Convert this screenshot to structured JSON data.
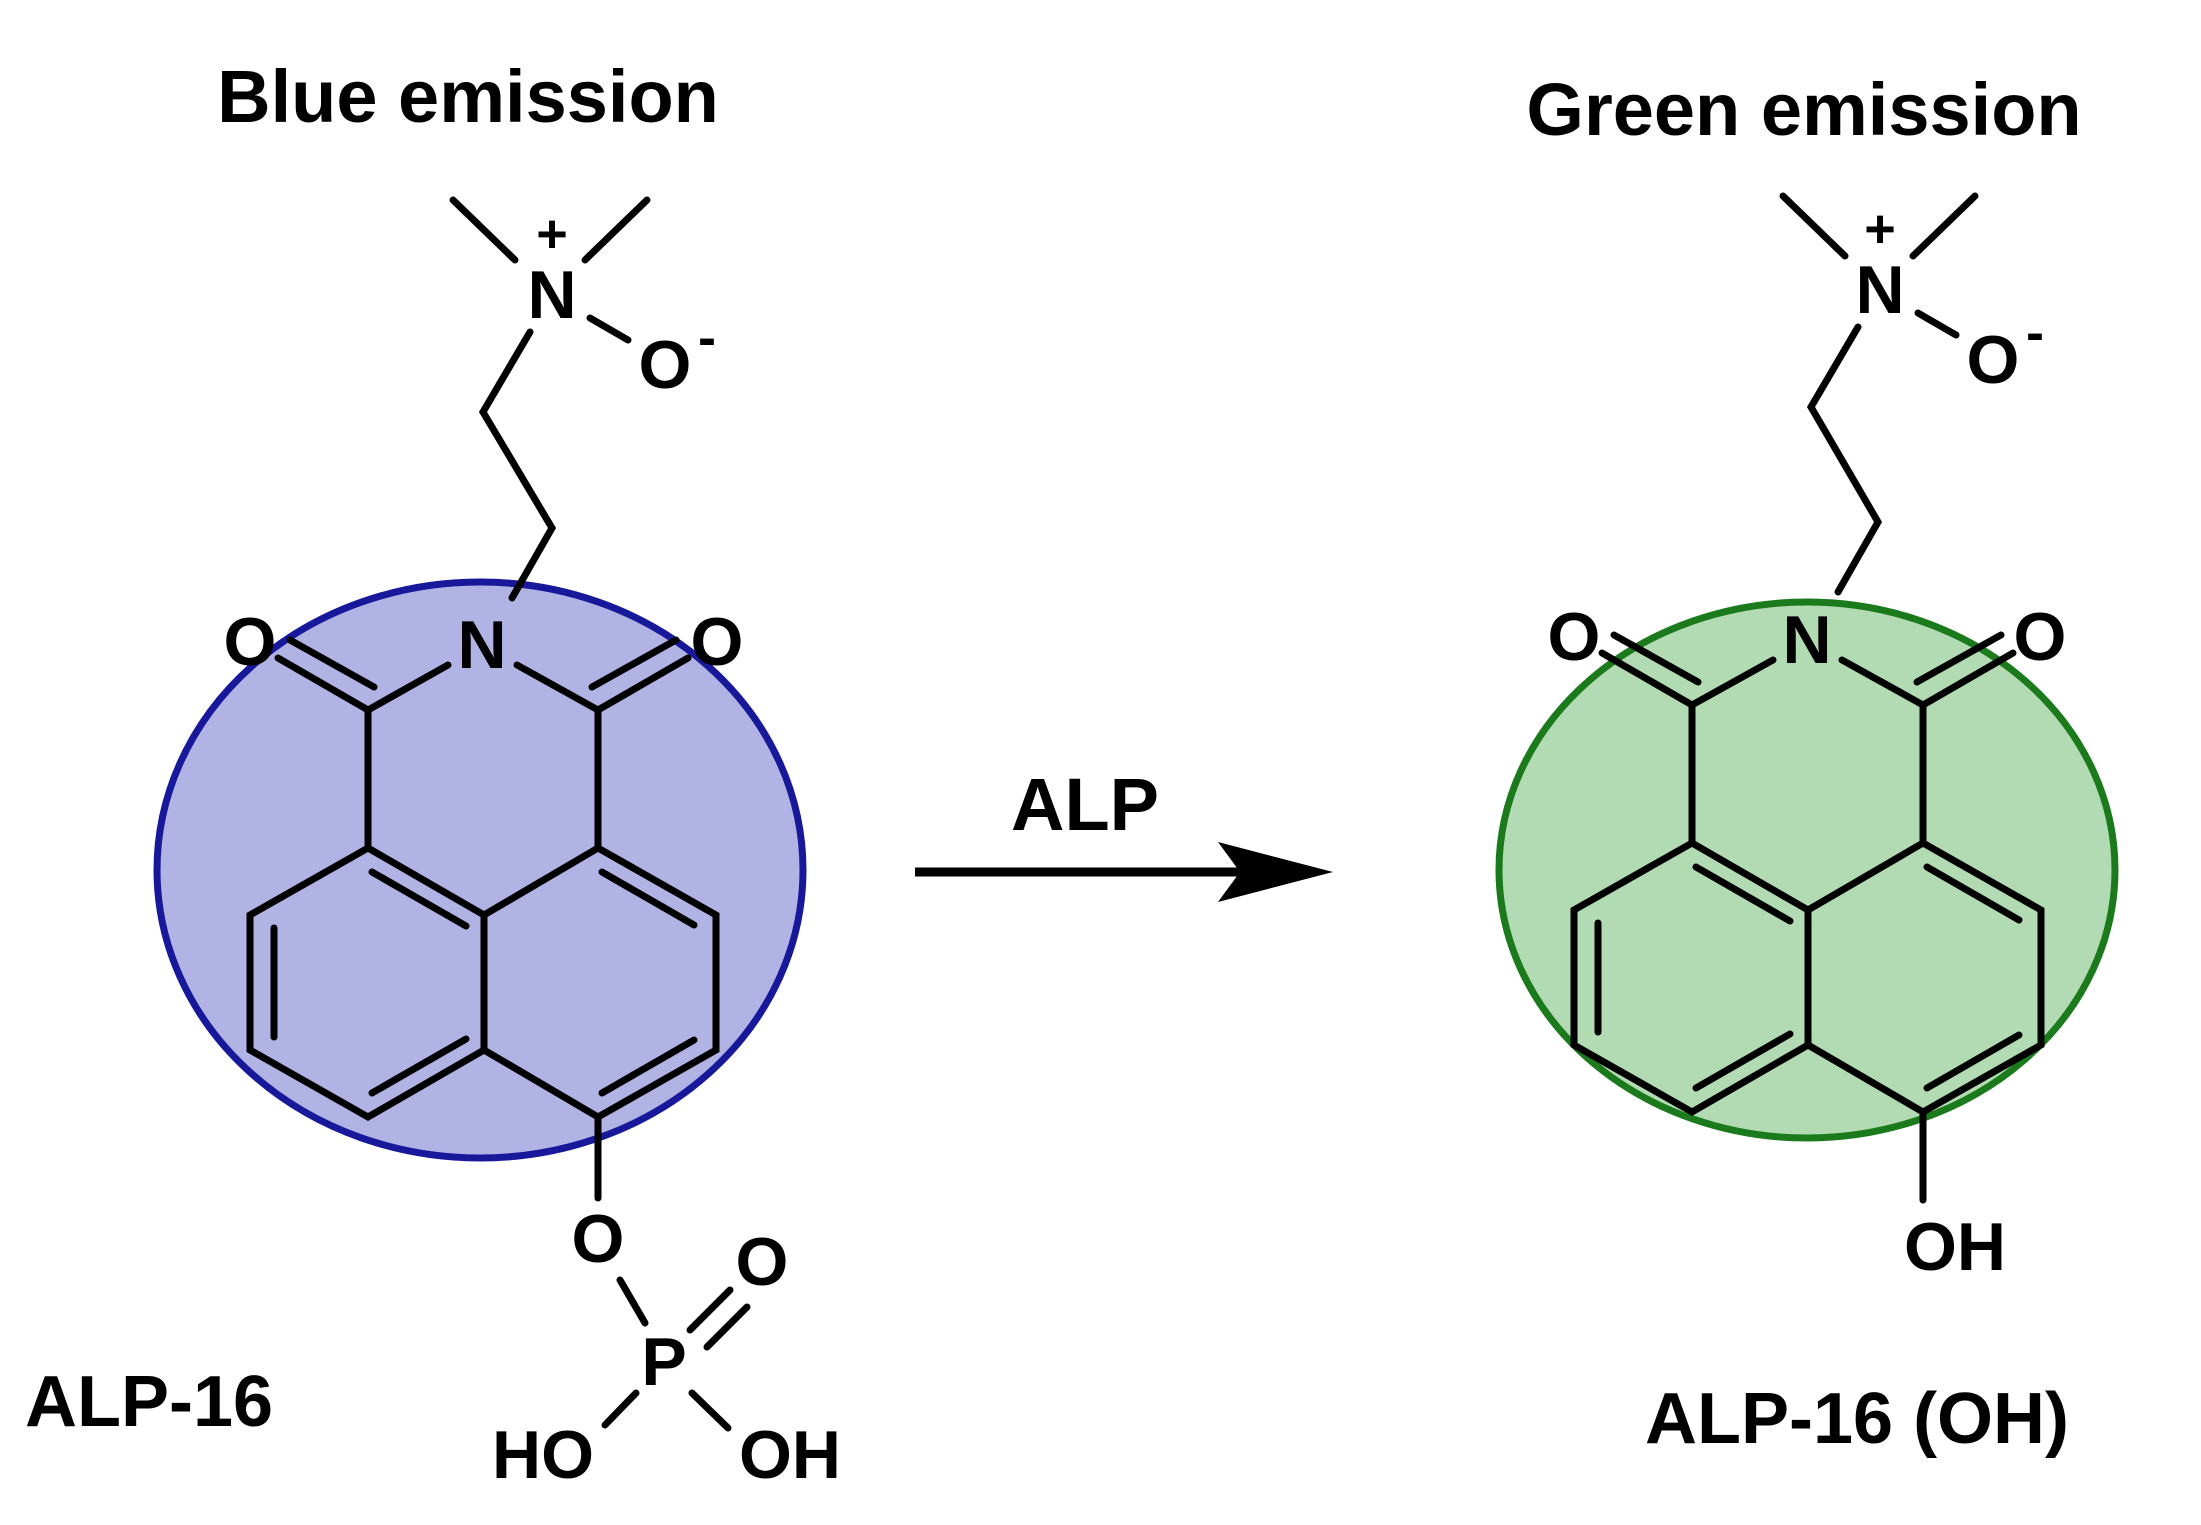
{
  "left": {
    "heading": "Blue emission",
    "compound_label": "ALP-16",
    "highlight_fill": "#b0b3e3",
    "highlight_stroke": "#18189a",
    "atoms": {
      "n_oxide_n": "N",
      "n_oxide_plus": "+",
      "n_oxide_o": "O",
      "n_oxide_minus": "-",
      "imide_n": "N",
      "carbonyl_o_left": "O",
      "carbonyl_o_right": "O",
      "ether_o": "O",
      "phosphorus": "P",
      "phosphoryl_o": "O",
      "ho_left": "HO",
      "oh_right": "OH"
    }
  },
  "right": {
    "heading": "Green emission",
    "compound_label": "ALP-16 (OH)",
    "highlight_fill": "#b3dbb3",
    "highlight_stroke": "#1b7a1b",
    "atoms": {
      "n_oxide_n": "N",
      "n_oxide_plus": "+",
      "n_oxide_o": "O",
      "n_oxide_minus": "-",
      "imide_n": "N",
      "carbonyl_o_left": "O",
      "carbonyl_o_right": "O",
      "hydroxyl": "OH"
    }
  },
  "arrow": {
    "label": "ALP"
  }
}
